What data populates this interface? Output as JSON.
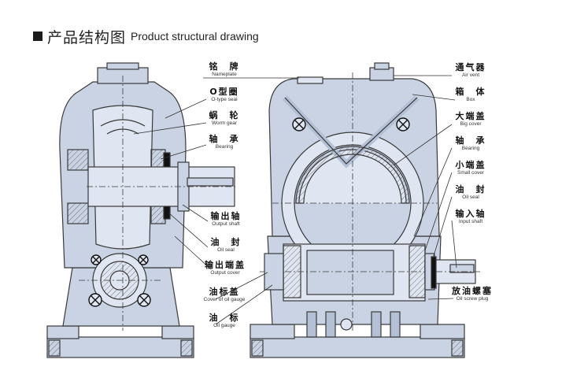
{
  "header": {
    "title_zh": "产品结构图",
    "title_en": "Product structural drawing"
  },
  "colors": {
    "body_fill": "#c9d3e4",
    "body_fill_light": "#dfe6f1",
    "outline": "#3a3a3a",
    "leader": "#333333",
    "bolt": "#111111"
  },
  "middle_labels": [
    {
      "zh": "铭　牌",
      "en": "Nameplate"
    },
    {
      "zh": "O型圈",
      "en": "O-type seal"
    },
    {
      "zh": "蜗　轮",
      "en": "Worm gear"
    },
    {
      "zh": "轴　承",
      "en": "Bearing"
    },
    {
      "zh": "输出轴",
      "en": "Output shaft"
    },
    {
      "zh": "油　封",
      "en": "Oil seal"
    },
    {
      "zh": "输出端盖",
      "en": "Output cover"
    },
    {
      "zh": "油标盖",
      "en": "Cover of oil gauge"
    },
    {
      "zh": "油　标",
      "en": "Oil gauge"
    }
  ],
  "right_labels": [
    {
      "zh": "通气器",
      "en": "Air vent"
    },
    {
      "zh": "箱　体",
      "en": "Box"
    },
    {
      "zh": "大端盖",
      "en": "Big cover"
    },
    {
      "zh": "轴　承",
      "en": "Bearing"
    },
    {
      "zh": "小端盖",
      "en": "Small cover"
    },
    {
      "zh": "油　封",
      "en": "Oil seal"
    },
    {
      "zh": "输入轴",
      "en": "Input shaft"
    },
    {
      "zh": "放油螺塞",
      "en": "Oil screw plug"
    }
  ]
}
